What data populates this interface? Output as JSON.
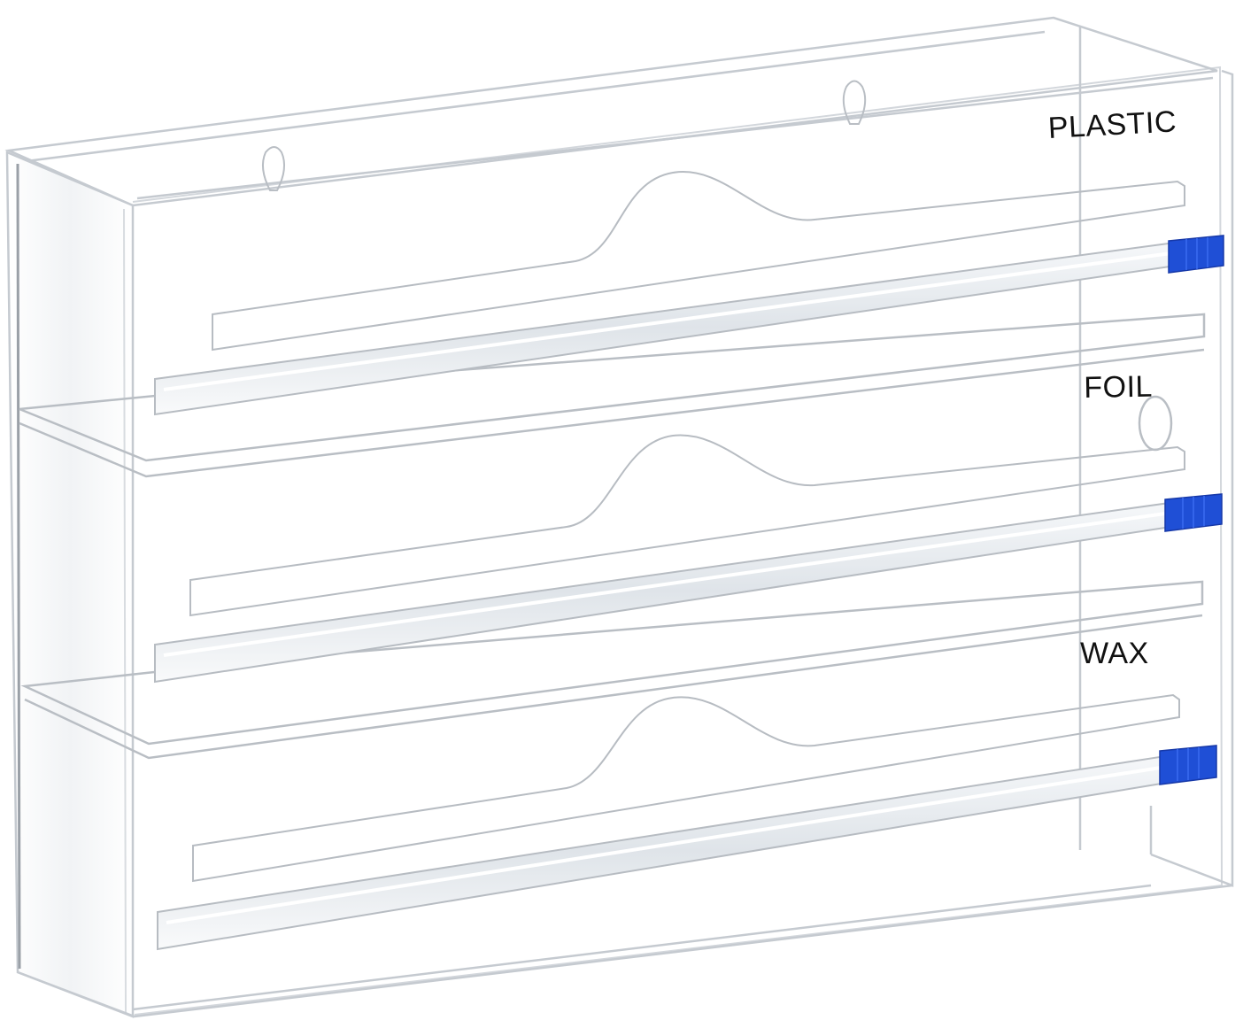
{
  "product": {
    "compartments": [
      {
        "label": "PLASTIC"
      },
      {
        "label": "FOIL"
      },
      {
        "label": "WAX"
      }
    ]
  },
  "colors": {
    "background": "#ffffff",
    "acrylic_edge": "#c9cdd2",
    "acrylic_highlight": "#eef1f4",
    "slider_blue": "#1f4fd6",
    "label_text": "#111111"
  }
}
